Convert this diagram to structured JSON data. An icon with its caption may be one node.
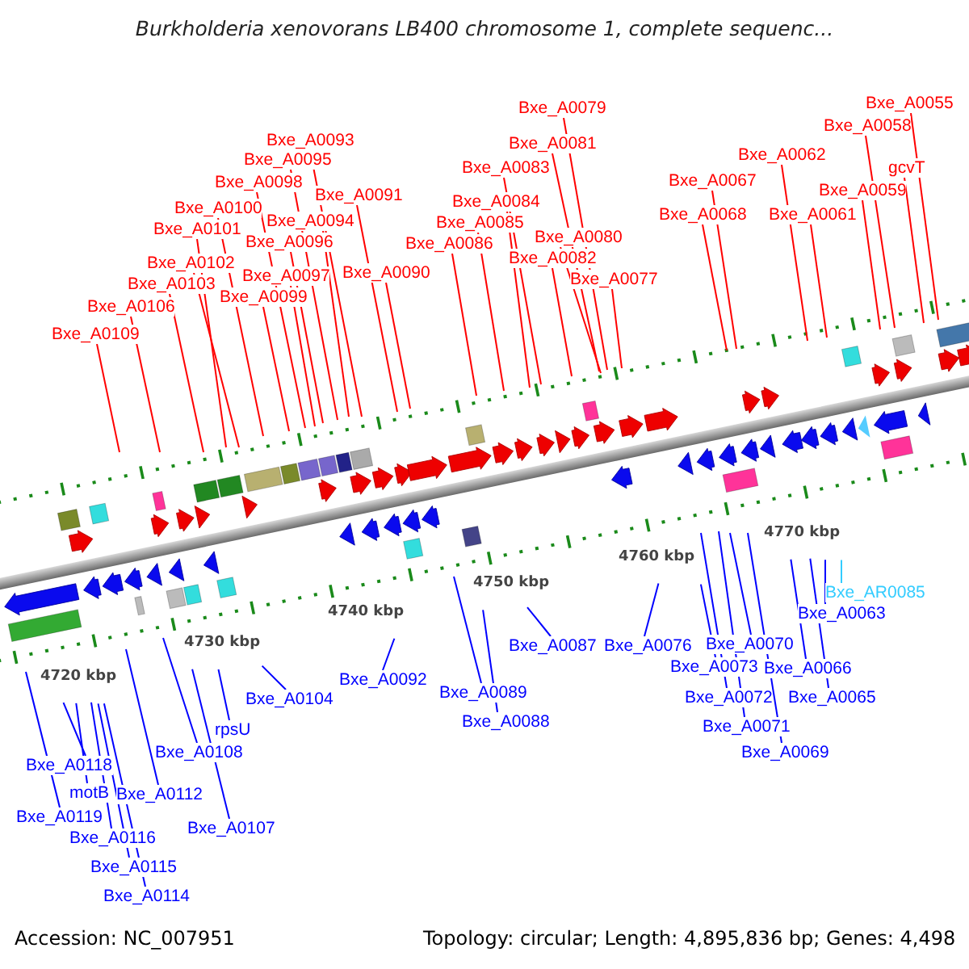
{
  "diagram": {
    "title": "Burkholderia xenovorans LB400 chromosome 1, complete sequenc...",
    "nodes": [
      {
        "text": [
          "Bxe_A0055"
        ]
      },
      {
        "text": [
          "Bxe_A0079"
        ]
      },
      {
        "text": [
          "Bxe_A0058"
        ]
      },
      {
        "text": [
          "Bxe_A0093"
        ]
      },
      {
        "text": [
          "Bxe_A0081"
        ]
      },
      {
        "text": [
          "Bxe_A0062"
        ]
      },
      {
        "text": [
          "Bxe_A0095"
        ]
      },
      {
        "text": [
          "gcvT"
        ]
      },
      {
        "text": [
          "Bxe_A0083"
        ]
      },
      {
        "text": [
          "Bxe_A0098"
        ]
      },
      {
        "text": [
          "Bxe_A0067"
        ]
      },
      {
        "text": [
          "Bxe_A0059"
        ]
      },
      {
        "text": [
          "Bxe_A0091"
        ]
      },
      {
        "text": [
          "Bxe_A0084"
        ]
      },
      {
        "text": [
          "Bxe_A0100"
        ]
      },
      {
        "text": [
          "Bxe_A0068"
        ]
      },
      {
        "text": [
          "Bxe_A0061"
        ]
      },
      {
        "text": [
          "Bxe_A0094"
        ]
      },
      {
        "text": [
          "Bxe_A0085"
        ]
      },
      {
        "text": [
          "Bxe_A0101"
        ]
      },
      {
        "text": [
          "Bxe_A0080"
        ]
      },
      {
        "text": [
          "Bxe_A0096"
        ]
      },
      {
        "text": [
          "Bxe_A0086"
        ]
      },
      {
        "text": [
          "Bxe_A0082"
        ]
      },
      {
        "text": [
          "Bxe_A0102"
        ]
      },
      {
        "text": [
          "Bxe_A0090"
        ]
      },
      {
        "text": [
          "Bxe_A0097"
        ]
      },
      {
        "text": [
          "Bxe_A0077"
        ]
      },
      {
        "text": [
          "Bxe_A0103"
        ]
      },
      {
        "text": [
          "Bxe_A0099"
        ]
      },
      {
        "text": [
          "Bxe_A0106"
        ]
      },
      {
        "text": [
          "Bxe_A0109"
        ]
      },
      {
        "text": [
          "Bxe_AR0085"
        ]
      },
      {
        "text": [
          "Bxe_A0063"
        ]
      },
      {
        "text": [
          "Bxe_A0087"
        ]
      },
      {
        "text": [
          "Bxe_A0076"
        ]
      },
      {
        "text": [
          "Bxe_A0070"
        ]
      },
      {
        "text": [
          "Bxe_A0073"
        ]
      },
      {
        "text": [
          "Bxe_A0066"
        ]
      },
      {
        "text": [
          "Bxe_A0092"
        ]
      },
      {
        "text": [
          "Bxe_A0089"
        ]
      },
      {
        "text": [
          "Bxe_A0072"
        ]
      },
      {
        "text": [
          "Bxe_A0065"
        ]
      },
      {
        "text": [
          "Bxe_A0104"
        ]
      },
      {
        "text": [
          "Bxe_A0088"
        ]
      },
      {
        "text": [
          "Bxe_A0071"
        ]
      },
      {
        "text": [
          "rpsU"
        ]
      },
      {
        "text": [
          "Bxe_A0108"
        ]
      },
      {
        "text": [
          "Bxe_A0069"
        ]
      },
      {
        "text": [
          "Bxe_A0118"
        ]
      },
      {
        "text": [
          "motB"
        ]
      },
      {
        "text": [
          "Bxe_A0112"
        ]
      },
      {
        "text": [
          "Bxe_A0119"
        ]
      },
      {
        "text": [
          "Bxe_A0107"
        ]
      },
      {
        "text": [
          "Bxe_A0116"
        ]
      },
      {
        "text": [
          "Bxe_A0115"
        ]
      },
      {
        "text": [
          "Bxe_A0114"
        ]
      }
    ],
    "edges": [
      {
        "from": 0,
        "to": null,
        "arrow": "none",
        "color": "#ff0000"
      },
      {
        "from": 1,
        "to": null,
        "arrow": "none",
        "color": "#ff0000"
      },
      {
        "from": 2,
        "to": null,
        "arrow": "none",
        "color": "#ff0000"
      },
      {
        "from": 3,
        "to": null,
        "arrow": "none",
        "color": "#ff0000"
      },
      {
        "from": 4,
        "to": null,
        "arrow": "none",
        "color": "#ff0000"
      },
      {
        "from": 5,
        "to": null,
        "arrow": "none",
        "color": "#ff0000"
      },
      {
        "from": 6,
        "to": null,
        "arrow": "none",
        "color": "#ff0000"
      },
      {
        "from": 7,
        "to": null,
        "arrow": "none",
        "color": "#ff0000"
      },
      {
        "from": 8,
        "to": null,
        "arrow": "none",
        "color": "#ff0000"
      },
      {
        "from": 9,
        "to": null,
        "arrow": "none",
        "color": "#ff0000"
      },
      {
        "from": 10,
        "to": null,
        "arrow": "none",
        "color": "#ff0000"
      },
      {
        "from": 11,
        "to": null,
        "arrow": "none",
        "color": "#ff0000"
      },
      {
        "from": 12,
        "to": null,
        "arrow": "none",
        "color": "#ff0000"
      },
      {
        "from": 13,
        "to": null,
        "arrow": "none",
        "color": "#ff0000"
      },
      {
        "from": 14,
        "to": null,
        "arrow": "none",
        "color": "#ff0000"
      },
      {
        "from": 15,
        "to": null,
        "arrow": "none",
        "color": "#ff0000"
      },
      {
        "from": 16,
        "to": null,
        "arrow": "none",
        "color": "#ff0000"
      },
      {
        "from": 17,
        "to": null,
        "arrow": "none",
        "color": "#ff0000"
      },
      {
        "from": 18,
        "to": null,
        "arrow": "none",
        "color": "#ff0000"
      },
      {
        "from": 19,
        "to": null,
        "arrow": "none",
        "color": "#ff0000"
      },
      {
        "from": 20,
        "to": null,
        "arrow": "none",
        "color": "#ff0000"
      },
      {
        "from": 21,
        "to": null,
        "arrow": "none",
        "color": "#ff0000"
      },
      {
        "from": 22,
        "to": null,
        "arrow": "none",
        "color": "#ff0000"
      },
      {
        "from": 23,
        "to": null,
        "arrow": "none",
        "color": "#ff0000"
      },
      {
        "from": 24,
        "to": null,
        "arrow": "none",
        "color": "#ff0000"
      },
      {
        "from": 25,
        "to": null,
        "arrow": "none",
        "color": "#ff0000"
      },
      {
        "from": 26,
        "to": null,
        "arrow": "none",
        "color": "#ff0000"
      },
      {
        "from": 27,
        "to": null,
        "arrow": "none",
        "color": "#ff0000"
      },
      {
        "from": 28,
        "to": null,
        "arrow": "none",
        "color": "#ff0000"
      },
      {
        "from": 29,
        "to": null,
        "arrow": "none",
        "color": "#ff0000"
      },
      {
        "from": 30,
        "to": null,
        "arrow": "none",
        "color": "#ff0000"
      },
      {
        "from": 31,
        "to": null,
        "arrow": "none",
        "color": "#ff0000"
      },
      {
        "from": 32,
        "to": null,
        "arrow": "none",
        "color": "#33ccff"
      },
      {
        "from": 33,
        "to": null,
        "arrow": "none",
        "color": "#0000ff"
      },
      {
        "from": 34,
        "to": null,
        "arrow": "none",
        "color": "#0000ff"
      },
      {
        "from": 35,
        "to": null,
        "arrow": "none",
        "color": "#0000ff"
      },
      {
        "from": 36,
        "to": null,
        "arrow": "none",
        "color": "#0000ff"
      },
      {
        "from": 37,
        "to": null,
        "arrow": "none",
        "color": "#0000ff"
      },
      {
        "from": 38,
        "to": null,
        "arrow": "none",
        "color": "#0000ff"
      },
      {
        "from": 39,
        "to": null,
        "arrow": "none",
        "color": "#0000ff"
      },
      {
        "from": 40,
        "to": null,
        "arrow": "none",
        "color": "#0000ff"
      },
      {
        "from": 41,
        "to": null,
        "arrow": "none",
        "color": "#0000ff"
      },
      {
        "from": 42,
        "to": null,
        "arrow": "none",
        "color": "#0000ff"
      },
      {
        "from": 43,
        "to": null,
        "arrow": "none",
        "color": "#0000ff"
      },
      {
        "from": 44,
        "to": null,
        "arrow": "none",
        "color": "#0000ff"
      },
      {
        "from": 45,
        "to": null,
        "arrow": "none",
        "color": "#0000ff"
      },
      {
        "from": 46,
        "to": null,
        "arrow": "none",
        "color": "#0000ff"
      },
      {
        "from": 47,
        "to": null,
        "arrow": "none",
        "color": "#0000ff"
      },
      {
        "from": 48,
        "to": null,
        "arrow": "none",
        "color": "#0000ff"
      },
      {
        "from": 49,
        "to": null,
        "arrow": "none",
        "color": "#0000ff"
      },
      {
        "from": 50,
        "to": null,
        "arrow": "none",
        "color": "#0000ff"
      },
      {
        "from": 51,
        "to": null,
        "arrow": "none",
        "color": "#0000ff"
      },
      {
        "from": 52,
        "to": null,
        "arrow": "none",
        "color": "#0000ff"
      },
      {
        "from": 53,
        "to": null,
        "arrow": "none",
        "color": "#0000ff"
      },
      {
        "from": 54,
        "to": null,
        "arrow": "none",
        "color": "#0000ff"
      },
      {
        "from": 55,
        "to": null,
        "arrow": "none",
        "color": "#0000ff"
      },
      {
        "from": 56,
        "to": null,
        "arrow": "none",
        "color": "#0000ff"
      }
    ],
    "labels": [
      "4720 kbp",
      "4730 kbp",
      "4740 kbp",
      "4750 kbp",
      "4760 kbp",
      "4770 kbp",
      "Accession: NC_007951",
      "Topology: circular; Length: 4,895,836 bp; Genes: 4,498"
    ]
  }
}
